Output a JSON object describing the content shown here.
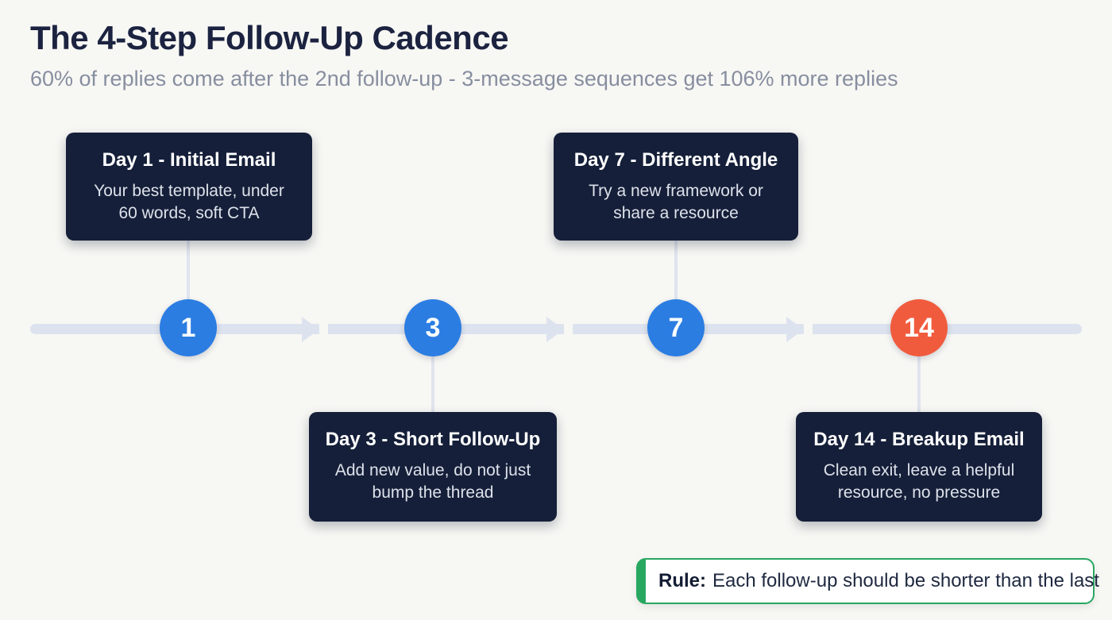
{
  "header": {
    "title": "The 4-Step Follow-Up Cadence",
    "subtitle": "60% of replies come after the 2nd follow-up - 3-message sequences get 106% more replies"
  },
  "timeline": {
    "steps": [
      {
        "day": "1",
        "card_title": "Day 1 - Initial Email",
        "card_body": "Your best template, under 60 words, soft CTA",
        "card_position": "above",
        "node_color": "#2b7de2"
      },
      {
        "day": "3",
        "card_title": "Day 3 - Short Follow-Up",
        "card_body": "Add new value, do not just bump the thread",
        "card_position": "below",
        "node_color": "#2b7de2"
      },
      {
        "day": "7",
        "card_title": "Day 7 - Different Angle",
        "card_body": "Try a new framework or share a resource",
        "card_position": "above",
        "node_color": "#2b7de2"
      },
      {
        "day": "14",
        "card_title": "Day 14 - Breakup Email",
        "card_body": "Clean exit, leave a helpful resource, no pressure",
        "card_position": "below",
        "node_color": "#f15b3d"
      }
    ]
  },
  "rule_callout": {
    "label": "Rule:",
    "text": "Each follow-up should be shorter than the last",
    "accent_color": "#28a761"
  },
  "colors": {
    "background": "#f7f7f4",
    "card_background": "#151f39",
    "timeline_line": "#dde3ee",
    "node_blue": "#2b7de2",
    "node_orange": "#f15b3d",
    "title_text": "#1c2340",
    "subtitle_text": "#878e9f",
    "rule_green": "#28a761"
  }
}
